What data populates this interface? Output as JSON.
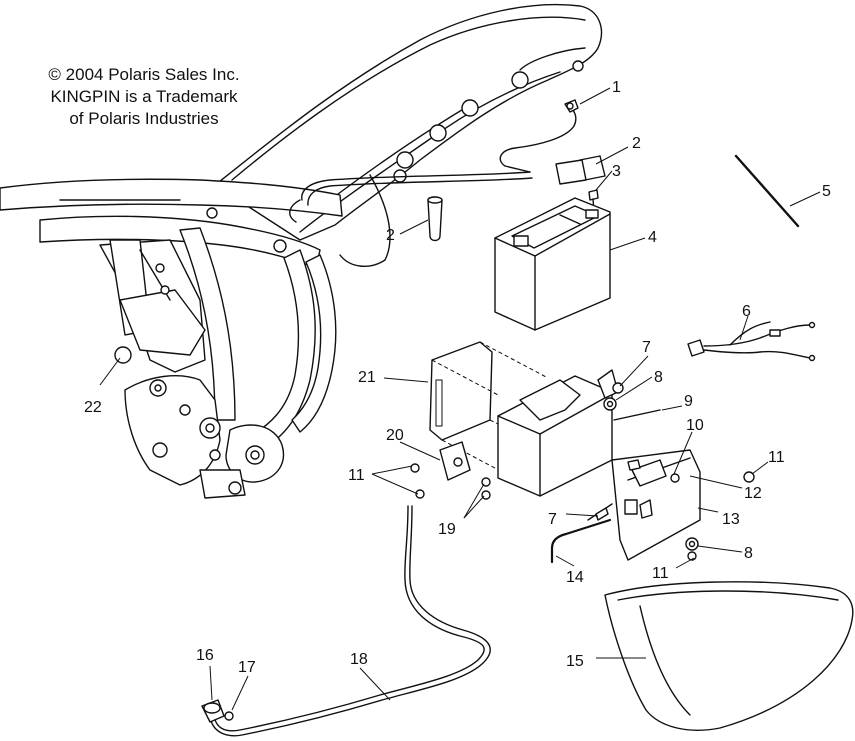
{
  "copyright": {
    "line1": "© 2004 Polaris Sales Inc.",
    "line2": "KINGPIN is a Trademark",
    "line3": "of Polaris Industries"
  },
  "callouts": [
    "1",
    "2",
    "3",
    "2",
    "4",
    "5",
    "6",
    "7",
    "8",
    "9",
    "10",
    "11",
    "12",
    "13",
    "7",
    "8",
    "11",
    "14",
    "15",
    "16",
    "17",
    "18",
    "19",
    "20",
    "21",
    "22",
    "11"
  ]
}
